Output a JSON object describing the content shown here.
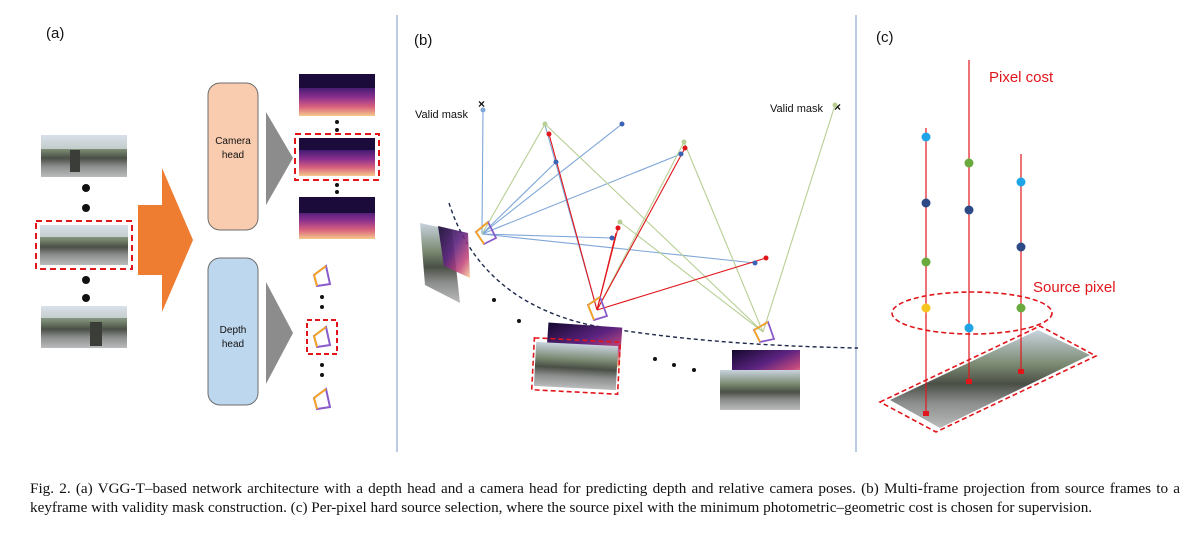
{
  "panels": {
    "a": {
      "label": "(a)",
      "camera_head_label_line1": "Camera",
      "camera_head_label_line2": "head",
      "depth_head_label_line1": "Depth",
      "depth_head_label_line2": "head"
    },
    "b": {
      "label": "(b)",
      "valid_mask_left": "Valid mask",
      "valid_mask_right": "Valid mask"
    },
    "c": {
      "label": "(c)",
      "pixel_cost": "Pixel cost",
      "source_pixel": "Source pixel"
    }
  },
  "colors": {
    "arrow_orange": "#ee7d31",
    "camera_head_fill": "#f9ccb0",
    "depth_head_fill": "#bdd7ee",
    "gray_arrow": "#8c8c8c",
    "dashed_red": "#e0161b",
    "blue_line": "#7ea6d8",
    "green_line": "#b7cf95",
    "red_line": "#e0161b",
    "camera_orange": "#f5a623",
    "camera_purple": "#8a5cc9",
    "divider": "#8fa8d0"
  },
  "caption": "Fig. 2.  (a) VGG-T–based network architecture with a depth head and a camera head for predicting depth and relative camera poses. (b) Multi-frame projection from source frames to a keyframe with validity mask construction. (c) Per-pixel hard source selection, where the source pixel with the minimum photometric–geometric cost is chosen for supervision."
}
